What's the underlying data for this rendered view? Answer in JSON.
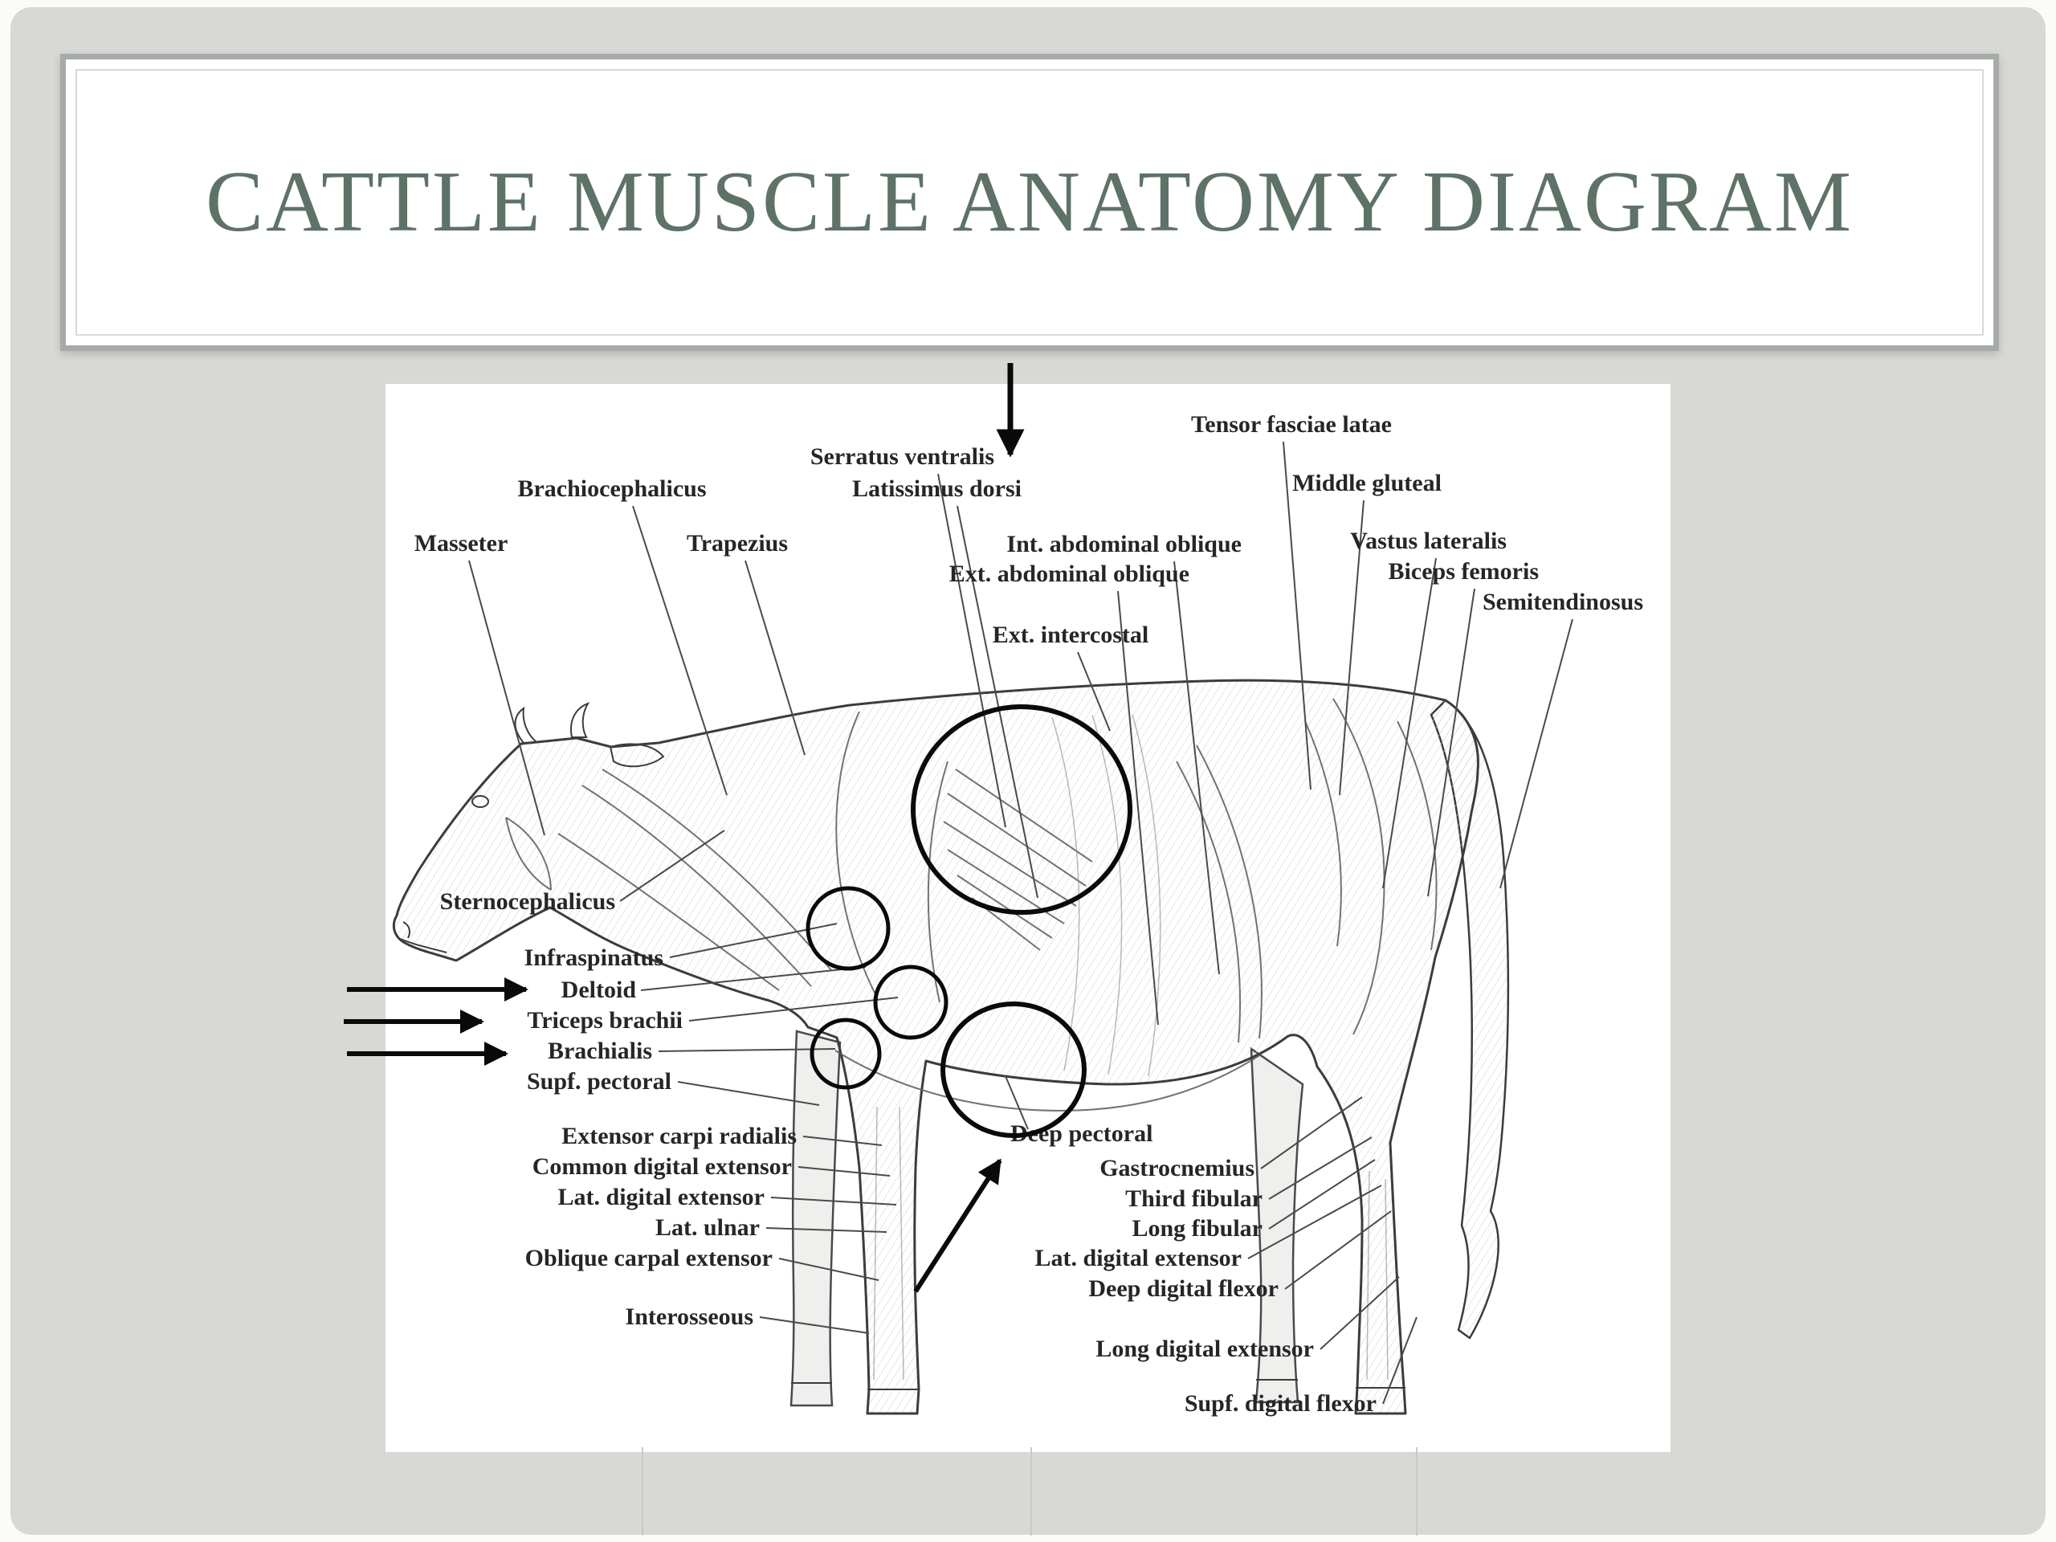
{
  "slide": {
    "title": "CATTLE MUSCLE ANATOMY DIAGRAM"
  },
  "diagram": {
    "subject": "cattle muscle anatomy, lateral (side) view line engraving",
    "labels": {
      "serratus_ventralis": "Serratus ventralis",
      "latissimus_dorsi": "Latissimus dorsi",
      "tensor_fasciae_latae": "Tensor fasciae latae",
      "brachiocephalicus": "Brachiocephalicus",
      "middle_gluteal": "Middle gluteal",
      "masseter": "Masseter",
      "trapezius": "Trapezius",
      "int_abdominal_oblique": "Int. abdominal oblique",
      "ext_abdominal_oblique": "Ext. abdominal oblique",
      "vastus_lateralis": "Vastus lateralis",
      "biceps_femoris": "Biceps femoris",
      "semitendinosus": "Semitendinosus",
      "ext_intercostal": "Ext. intercostal",
      "sternocephalicus": "Sternocephalicus",
      "infraspinatus": "Infraspinatus",
      "deltoid": "Deltoid",
      "triceps_brachii": "Triceps brachii",
      "brachialis": "Brachialis",
      "supf_pectoral": "Supf. pectoral",
      "extensor_carpi_radialis": "Extensor carpi radialis",
      "common_digital_extensor": "Common digital extensor",
      "lat_digital_extensor_front": "Lat. digital extensor",
      "lat_ulnar": "Lat. ulnar",
      "oblique_carpal_extensor": "Oblique carpal extensor",
      "interosseous": "Interosseous",
      "deep_pectoral": "Deep pectoral",
      "gastrocnemius": "Gastrocnemius",
      "third_fibular": "Third fibular",
      "long_fibular": "Long fibular",
      "lat_digital_extensor_hind": "Lat. digital extensor",
      "deep_digital_flexor": "Deep digital flexor",
      "long_digital_extensor": "Long digital extensor",
      "supf_digital_flexor": "Supf. digital flexor"
    },
    "annotations": {
      "arrows": [
        "down-arrow",
        "left-arrow-deltoid",
        "left-arrow-triceps-brachii",
        "left-arrow-brachialis",
        "diagonal-arrow-deep-pectoral"
      ],
      "emphasis_circles": 5
    },
    "colors": {
      "title_text": "#5e7267",
      "title_border": "#a6aba8",
      "slide_background": "#d8d8d5",
      "panel_background": "#ffffff",
      "line_art": "#3c3c3c",
      "annotation": "#0a0a0a"
    }
  }
}
